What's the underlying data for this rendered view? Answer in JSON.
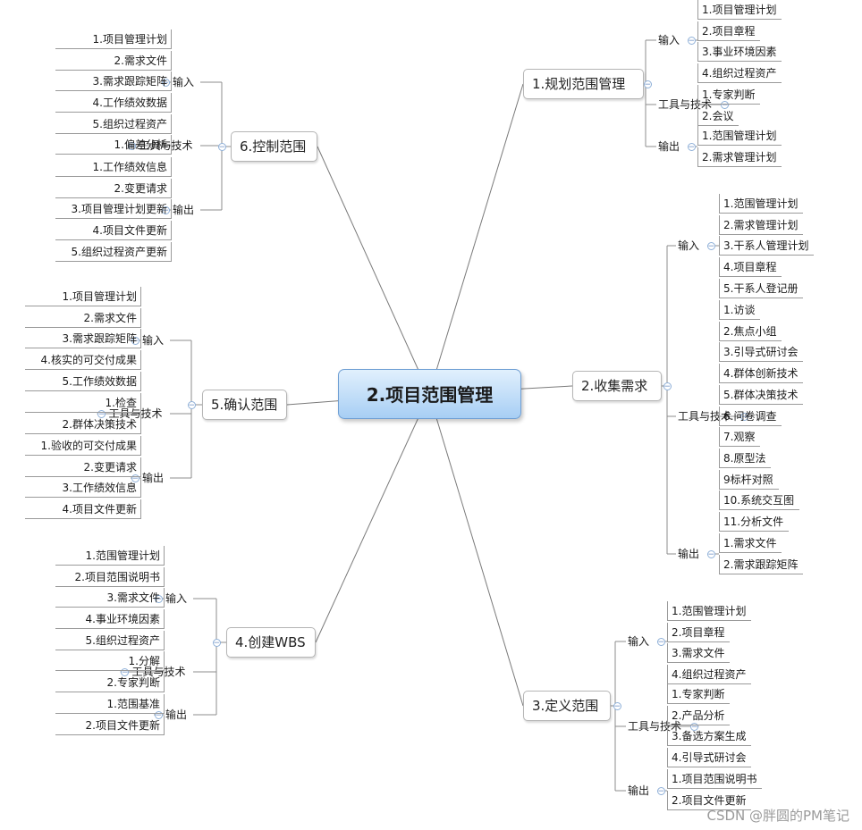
{
  "root": "2.项目范围管理",
  "watermark": "CSDN @胖圆的PM笔记",
  "branches": [
    {
      "title": "1.规划范围管理",
      "groups": [
        {
          "name": "输入",
          "items": [
            "1.项目管理计划",
            "2.项目章程",
            "3.事业环境因素",
            "4.组织过程资产"
          ]
        },
        {
          "name": "工具与技术",
          "items": [
            "1.专家判断",
            "2.会议"
          ]
        },
        {
          "name": "输出",
          "items": [
            "1.范围管理计划",
            "2.需求管理计划"
          ]
        }
      ]
    },
    {
      "title": "2.收集需求",
      "groups": [
        {
          "name": "输入",
          "items": [
            "1.范围管理计划",
            "2.需求管理计划",
            "3.干系人管理计划",
            "4.项目章程",
            "5.干系人登记册"
          ]
        },
        {
          "name": "工具与技术",
          "items": [
            "1.访谈",
            "2.焦点小组",
            "3.引导式研讨会",
            "4.群体创新技术",
            "5.群体决策技术",
            "6.问卷调查",
            "7.观察",
            "8.原型法",
            "9标杆对照",
            "10.系统交互图",
            "11.分析文件"
          ]
        },
        {
          "name": "输出",
          "items": [
            "1.需求文件",
            "2.需求跟踪矩阵"
          ]
        }
      ]
    },
    {
      "title": "3.定义范围",
      "groups": [
        {
          "name": "输入",
          "items": [
            "1.范围管理计划",
            "2.项目章程",
            "3.需求文件",
            "4.组织过程资产"
          ]
        },
        {
          "name": "工具与技术",
          "items": [
            "1.专家判断",
            "2.产品分析",
            "3.备选方案生成",
            "4.引导式研讨会"
          ]
        },
        {
          "name": "输出",
          "items": [
            "1.项目范围说明书",
            "2.项目文件更新"
          ]
        }
      ]
    },
    {
      "title": "4.创建WBS",
      "groups": [
        {
          "name": "输入",
          "items": [
            "1.范围管理计划",
            "2.项目范围说明书",
            "3.需求文件",
            "4.事业环境因素",
            "5.组织过程资产"
          ]
        },
        {
          "name": "工具与技术",
          "items": [
            "1.分解",
            "2.专家判断"
          ]
        },
        {
          "name": "输出",
          "items": [
            "1.范围基准",
            "2.项目文件更新"
          ]
        }
      ]
    },
    {
      "title": "5.确认范围",
      "groups": [
        {
          "name": "输入",
          "items": [
            "1.项目管理计划",
            "2.需求文件",
            "3.需求跟踪矩阵",
            "4.核实的可交付成果",
            "5.工作绩效数据"
          ]
        },
        {
          "name": "工具与技术",
          "items": [
            "1.检查",
            "2.群体决策技术"
          ]
        },
        {
          "name": "输出",
          "items": [
            "1.验收的可交付成果",
            "2.变更请求",
            "3.工作绩效信息",
            "4.项目文件更新"
          ]
        }
      ]
    },
    {
      "title": "6.控制范围",
      "groups": [
        {
          "name": "输入",
          "items": [
            "1.项目管理计划",
            "2.需求文件",
            "3.需求跟踪矩阵",
            "4.工作绩效数据",
            "5.组织过程资产"
          ]
        },
        {
          "name": "工具与技术",
          "items": [
            "1.偏差分析"
          ]
        },
        {
          "name": "输出",
          "items": [
            "1.工作绩效信息",
            "2.变更请求",
            "3.项目管理计划更新",
            "4.项目文件更新",
            "5.组织过程资产更新"
          ]
        }
      ]
    }
  ]
}
